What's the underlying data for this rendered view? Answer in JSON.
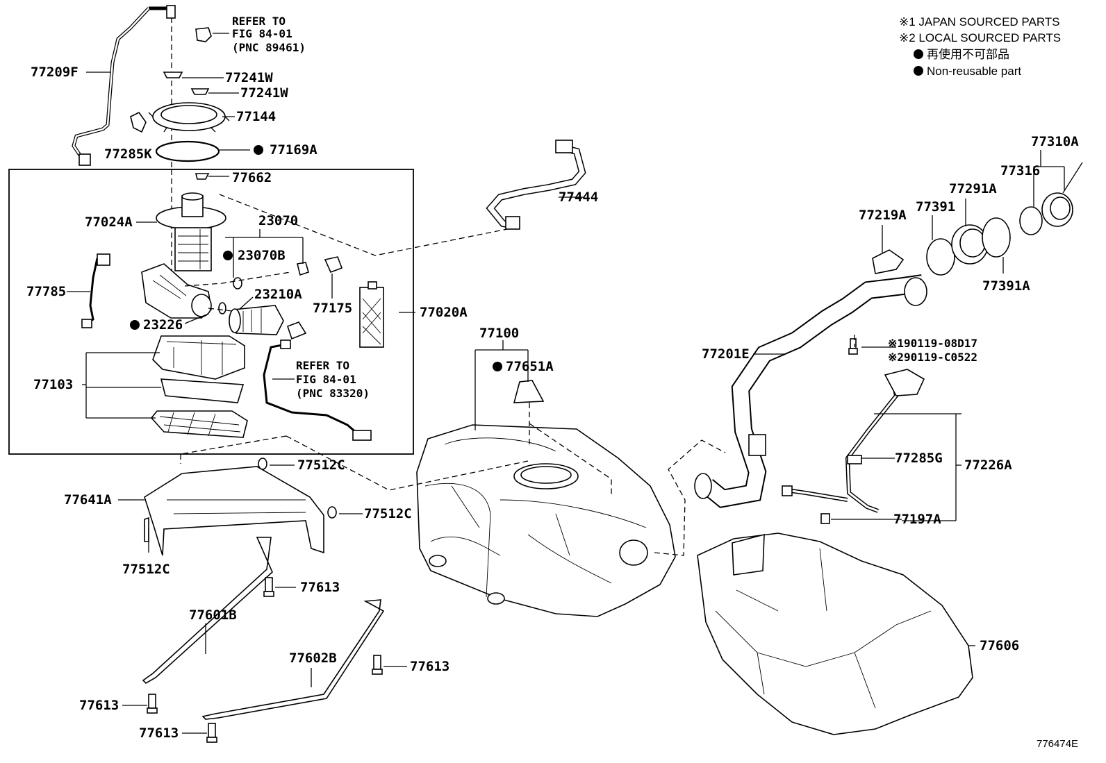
{
  "legend": [
    "※1 JAPAN SOURCED PARTS",
    "※2 LOCAL SOURCED PARTS",
    "再使用不可部品",
    "Non-reusable part"
  ],
  "refer_notes": [
    {
      "line1": "REFER TO",
      "line2": "FIG 84-01",
      "line3": "(PNC 89461)"
    },
    {
      "line1": "REFER TO",
      "line2": "FIG 84-01",
      "line3": "(PNC 83320)"
    }
  ],
  "labels": [
    "77209F",
    "77285K",
    "77241W",
    "77241W",
    "77144",
    "77169A",
    "77662",
    "77024A",
    "23070",
    "23070B",
    "77785",
    "23210A",
    "77175",
    "77020A",
    "23226",
    "77103",
    "77444",
    "77100",
    "77651A",
    "77512C",
    "77641A",
    "77512C",
    "77512C",
    "77613",
    "77601B",
    "77602B",
    "77613",
    "77613",
    "77613",
    "77201E",
    "77219A",
    "77391",
    "77291A",
    "77316",
    "77310A",
    "77391A",
    "77285G",
    "77226A",
    "77197A",
    "77606",
    "※190119-08D17",
    "※290119-C0522"
  ],
  "figure_id": "776474E"
}
